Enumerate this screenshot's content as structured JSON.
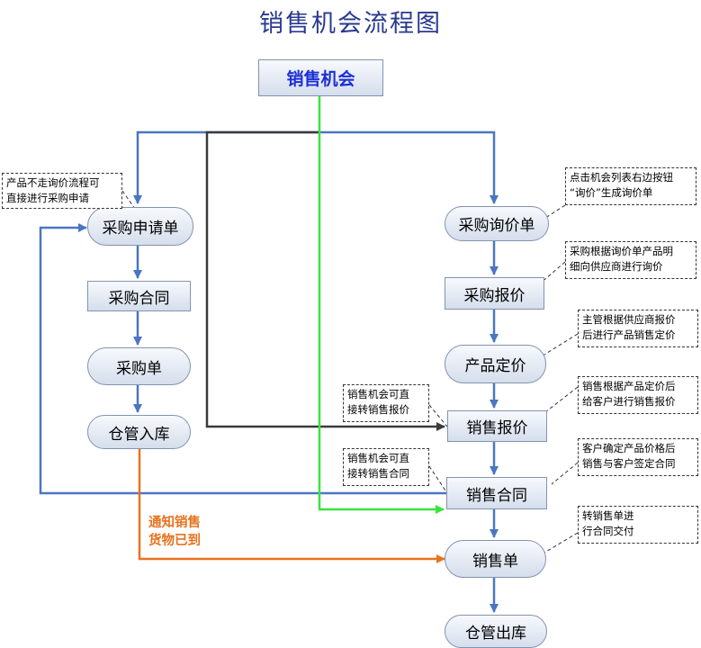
{
  "title": "销售机会流程图",
  "nodes": {
    "opportunity": "销售机会",
    "purchase_request": "采购申请单",
    "purchase_contract": "采购合同",
    "purchase_order": "采购单",
    "warehouse_in": "仓管入库",
    "inquiry": "采购询价单",
    "purchase_quote": "采购报价",
    "product_pricing": "产品定价",
    "sales_quote": "销售报价",
    "sales_contract": "销售合同",
    "sales_order": "销售单",
    "warehouse_out": "仓管出库"
  },
  "notes": {
    "skip_inquiry": "产品不走询价流程可\n直接进行采购申请",
    "click_button": "点击机会列表右边按钮\n“询价”生成询价单",
    "inquire_supplier": "采购根据询价单产品明\n细向供应商进行询价",
    "manager_pricing": "主管根据供应商报价\n后进行产品销售定价",
    "sales_quote_customer": "销售根据产品定价后\n给客户进行销售报价",
    "direct_to_quote": "销售机会可直\n接转销售报价",
    "direct_to_contract": "销售机会可直\n接转销售合同",
    "customer_confirm": "客户确定产品价格后\n销售与客户签定合同",
    "to_sales_order": "转销售单进\n行合同交付"
  },
  "orange_label": "通知销售\n货物已到",
  "colors": {
    "blue": "#4a76c2",
    "black": "#3a3a3a",
    "green": "#39e33f",
    "orange": "#e8721d"
  }
}
